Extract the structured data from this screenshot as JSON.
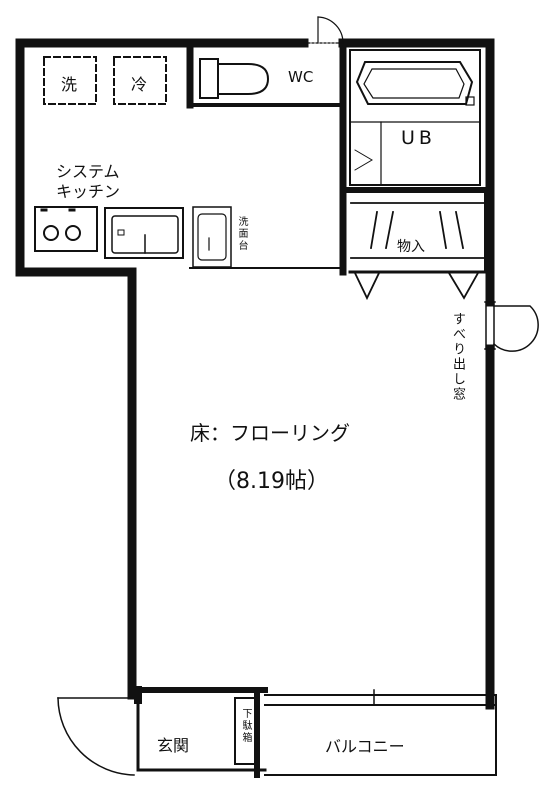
{
  "labels": {
    "washer": "洗",
    "fridge": "冷",
    "wc": "WC",
    "ub": "UB",
    "kitchen_line1": "システム",
    "kitchen_line2": "キッチン",
    "washbasin": "洗面台",
    "storage": "物入",
    "sliding_window": "すべり出し窓",
    "floor": "床：フローリング",
    "area": "（8.19帖）",
    "entrance": "玄関",
    "shoe_box": "下駄箱",
    "balcony": "バルコニー"
  },
  "colors": {
    "wall": "#111111",
    "line": "#222222",
    "background": "#ffffff"
  }
}
